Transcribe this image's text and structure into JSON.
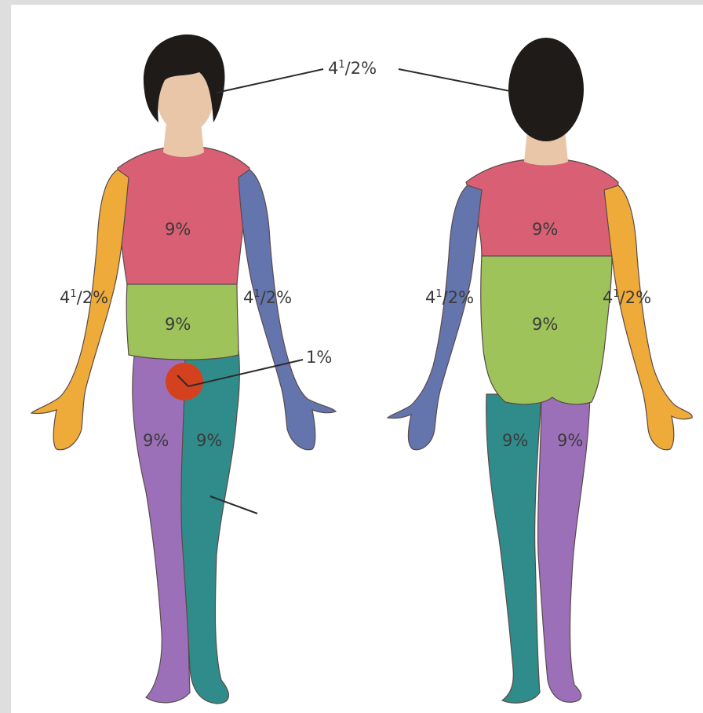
{
  "colors": {
    "head": "#1f1b18",
    "skin": "#e9c6a8",
    "chest": "#d95f74",
    "abdomen": "#9ec35a",
    "left_arm": "#efab3a",
    "right_arm": "#6474ad",
    "leg_purple": "#9c70b8",
    "leg_teal": "#2f8c8a",
    "genital": "#d4411f"
  },
  "front": {
    "head_label": "4",
    "chest_label": "9%",
    "abdomen_label": "9%",
    "left_arm_label": "4",
    "right_arm_label": "4",
    "genital_label": "1%",
    "left_leg_label": "9%",
    "right_leg_label": "9%"
  },
  "back": {
    "upper_back_label": "9%",
    "lower_back_label": "9%",
    "left_arm_label": "4",
    "right_arm_label": "4",
    "left_leg_label": "9%",
    "right_leg_label": "9%"
  },
  "fraction": {
    "numerator": "1",
    "denominator": "/2%"
  }
}
